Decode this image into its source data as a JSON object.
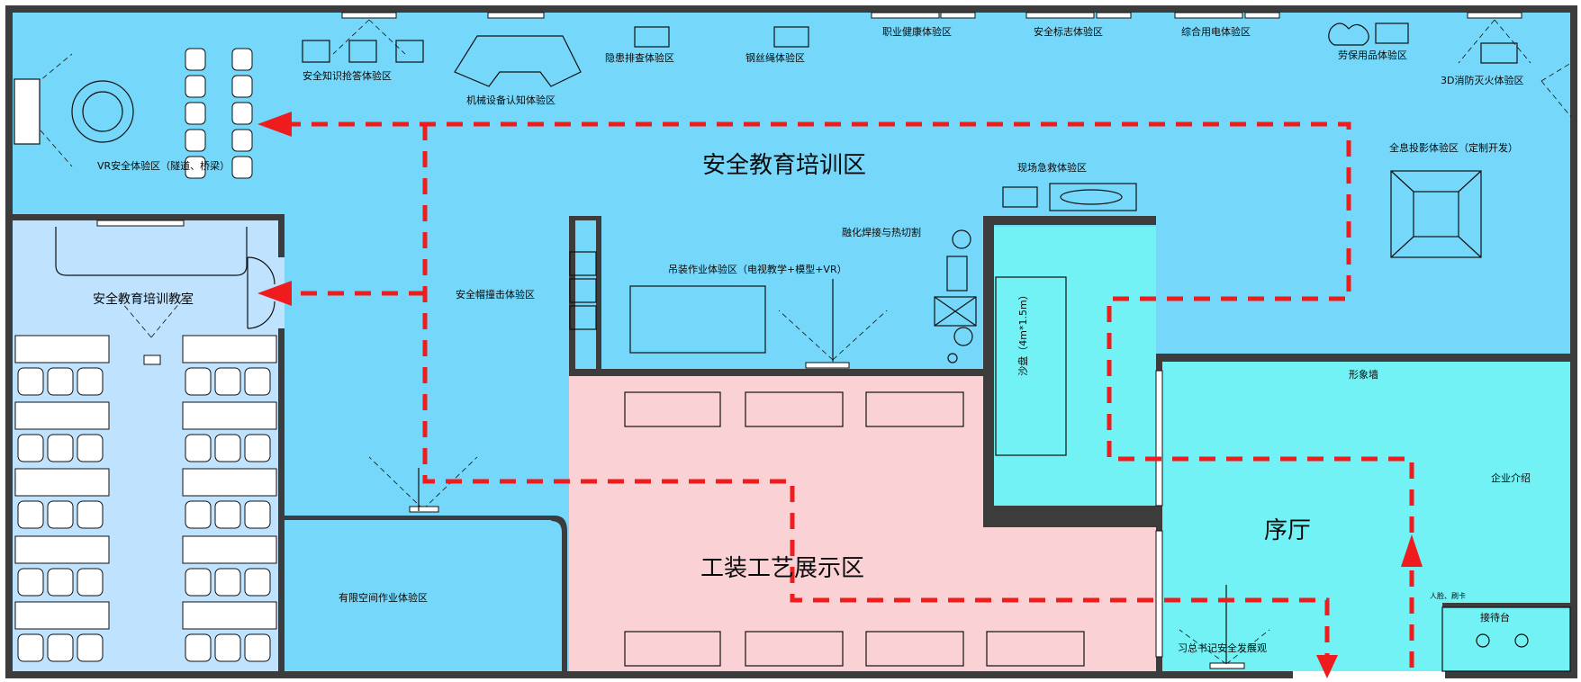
{
  "colors": {
    "main_area": "#75d8fa",
    "classroom": "#bfe2fe",
    "exhibit": "#fad2d6",
    "lobby": "#72f2f4",
    "wall": "#3c3c3c",
    "route": "#ee1c1c"
  },
  "zones": {
    "safety_training": "安全教育培训区",
    "tooling_exhibit": "工装工艺展示区",
    "lobby": "序厅",
    "classroom": "安全教育培训教室",
    "confined_space": "有限空间作业体验区"
  },
  "labels": {
    "vr_safety": "VR安全体验区（隧道、桥梁）",
    "safety_knowledge": "安全知识抢答体验区",
    "machine_cognition": "机械设备认知体验区",
    "hazard_check": "隐患排查体验区",
    "wire_rope": "钢丝绳体验区",
    "occupational_health": "职业健康体验区",
    "safety_sign": "安全标志体验区",
    "electricity": "综合用电体验区",
    "ppe": "劳保用品体验区",
    "fire_3d": "3D消防灭火体验区",
    "holo": "全息投影体验区（定制开发）",
    "first_aid": "现场急救体验区",
    "welding": "融化焊接与热切割",
    "lifting": "吊装作业体验区（电视教学+模型+VR）",
    "helmet": "安全帽撞击体验区",
    "sand_table": "沙盘（4m*1.5m）",
    "image_wall": "形象墙",
    "company_intro": "企业介绍",
    "reception": "接待台",
    "party_secretary": "习总书记安全发展观",
    "entrance_card": "人脸、刷卡"
  },
  "icons": [
    "tv-icon",
    "screen-icon",
    "projector-icon",
    "chair-icon",
    "arrow-icon",
    "door-icon",
    "stretcher-icon",
    "robot-icon"
  ]
}
